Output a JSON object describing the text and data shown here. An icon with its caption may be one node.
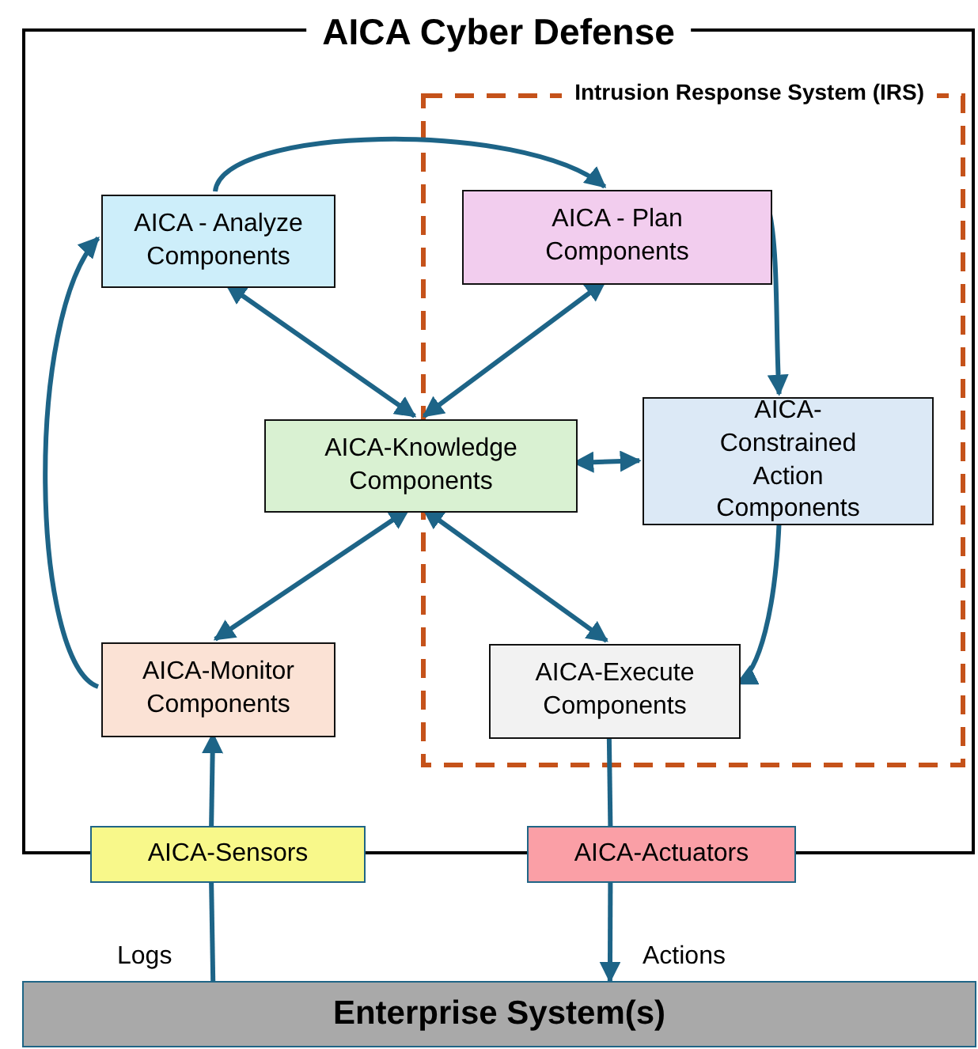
{
  "diagram": {
    "nodes": [
      {
        "text": [
          "AICA Cyber Defense"
        ]
      },
      {
        "text": [
          "Intrusion Response System (IRS)"
        ],
        "in": 0
      },
      {
        "text": [
          "AICA - Analyze Components"
        ],
        "in": 0
      },
      {
        "text": [
          "AICA - Plan Components"
        ],
        "in": 1
      },
      {
        "text": [
          "AICA-Knowledge Components"
        ],
        "in": 0
      },
      {
        "text": [
          "AICA-Constrained Action Components"
        ],
        "in": 1
      },
      {
        "text": [
          "AICA-Monitor Components"
        ],
        "in": 0
      },
      {
        "text": [
          "AICA-Execute Components"
        ],
        "in": 1
      },
      {
        "text": [
          "AICA-Sensors"
        ]
      },
      {
        "text": [
          "AICA-Actuators"
        ]
      },
      {
        "text": [
          "Enterprise System(s)"
        ]
      }
    ],
    "edges": [
      {
        "from": 2,
        "to": 3,
        "arrow": "to"
      },
      {
        "from": 4,
        "to": 2,
        "arrow": "both"
      },
      {
        "from": 4,
        "to": 3,
        "arrow": "both"
      },
      {
        "from": 4,
        "to": 5,
        "arrow": "both"
      },
      {
        "from": 4,
        "to": 6,
        "arrow": "both"
      },
      {
        "from": 4,
        "to": 7,
        "arrow": "both"
      },
      {
        "from": 3,
        "to": 5,
        "arrow": "to"
      },
      {
        "from": 5,
        "to": 7,
        "arrow": "to"
      },
      {
        "from": 6,
        "to": 2,
        "arrow": "to"
      },
      {
        "from": 8,
        "to": 6,
        "arrow": "to"
      },
      {
        "from": 10,
        "to": 8,
        "arrow": "none",
        "label": "Logs"
      },
      {
        "from": 7,
        "to": 9,
        "arrow": "none"
      },
      {
        "from": 9,
        "to": 10,
        "arrow": "to",
        "label": "Actions"
      }
    ]
  }
}
